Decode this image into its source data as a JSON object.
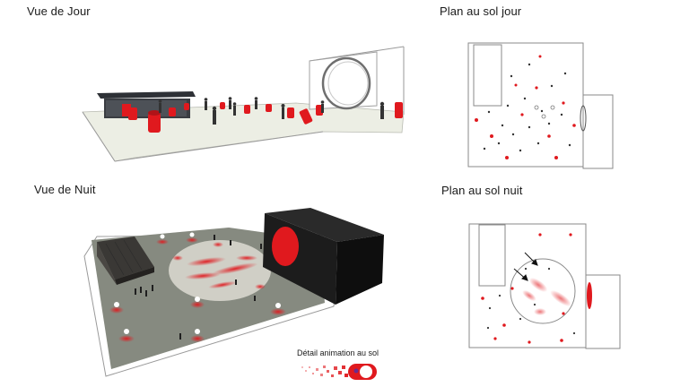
{
  "panels": {
    "day_view": {
      "title": "Vue de Jour"
    },
    "day_plan": {
      "title": "Plan au sol jour"
    },
    "night_view": {
      "title": "Vue de Nuit"
    },
    "night_plan": {
      "title": "Plan au sol nuit"
    }
  },
  "detail": {
    "caption": "Détail animation au sol"
  },
  "colors": {
    "accent_red": "#e0191e",
    "dark_building": "#1c1c1c",
    "ground_day": "#eceee4",
    "ground_night": "#8e9287",
    "plan_line": "#8a8a8a"
  }
}
